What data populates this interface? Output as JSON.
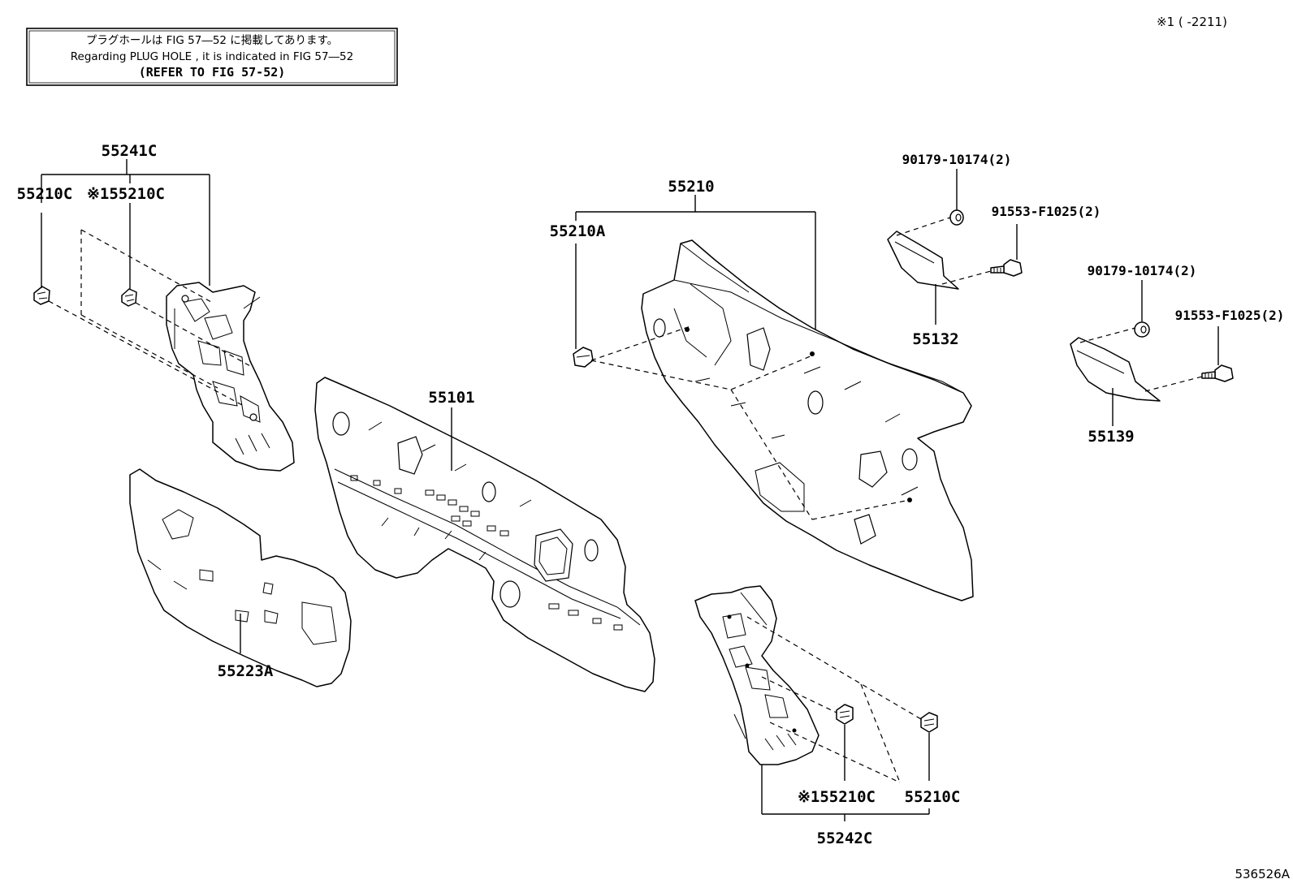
{
  "note_box": {
    "line_ja": "プラグホールは FIG  57―52 に掲載してあります。",
    "line_en": "Regarding  PLUG  HOLE , it is indicated in FIG  57―52",
    "line_ref": "(REFER TO FIG 57-52)"
  },
  "header_note": "※1 (        -2211)",
  "diagram_id": "536526A",
  "part_labels": {
    "p55241c": "55241C",
    "p55210c_top_left": "55210C",
    "p55210c_top_right": "※155210C",
    "p55223a": "55223A",
    "p55101": "55101",
    "p55210": "55210",
    "p55210a": "55210A",
    "p90179_a": "90179-10174(2)",
    "p91553_a": "91553-F1025(2)",
    "p55132": "55132",
    "p90179_b": "90179-10174(2)",
    "p91553_b": "91553-F1025(2)",
    "p55139": "55139",
    "p55210c_bottom_left": "※155210C",
    "p55210c_bottom_right": "55210C",
    "p55242c": "55242C"
  }
}
